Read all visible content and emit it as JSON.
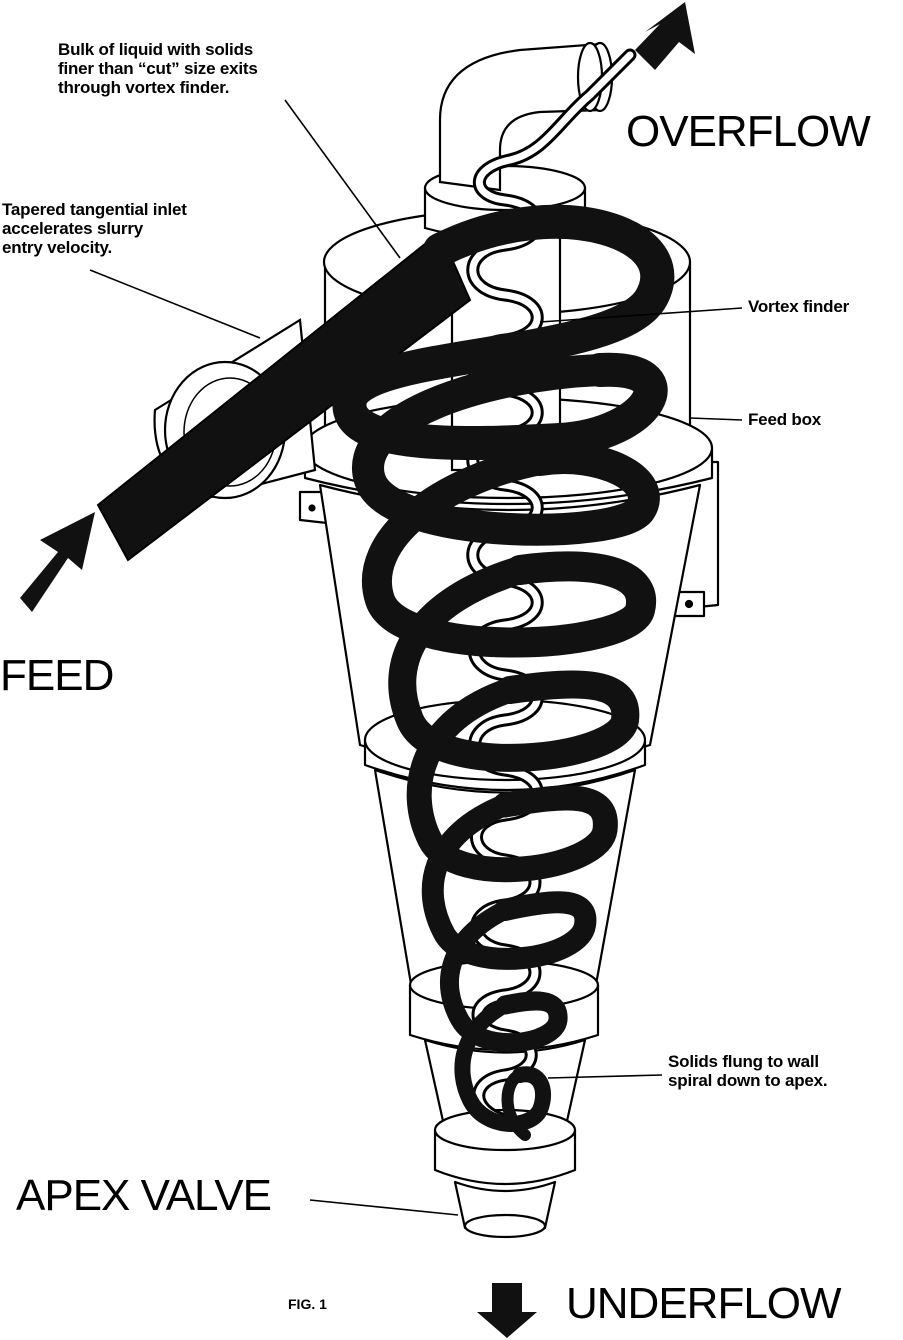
{
  "labels": {
    "bulk_liquid": "Bulk of liquid with solids\nfiner than “cut” size exits\nthrough vortex finder.",
    "tapered_inlet": "Tapered tangential inlet\naccelerates slurry\nentry velocity.",
    "vortex_finder": "Vortex finder",
    "feed_box": "Feed box",
    "solids_flung": "Solids flung to wall\nspiral down to apex.",
    "overflow": "OVERFLOW",
    "feed": "FEED",
    "apex_valve": "APEX VALVE",
    "underflow": "UNDERFLOW",
    "figure_number": "FIG. 1"
  },
  "colors": {
    "ink": "#000000",
    "paper": "#ffffff",
    "outer_spiral": "#111111",
    "inner_spiral": "#ffffff"
  },
  "icons": {
    "overflow_arrow": "arrow-up-right-icon",
    "feed_arrow": "arrow-up-right-icon",
    "underflow_arrow": "arrow-down-icon"
  }
}
